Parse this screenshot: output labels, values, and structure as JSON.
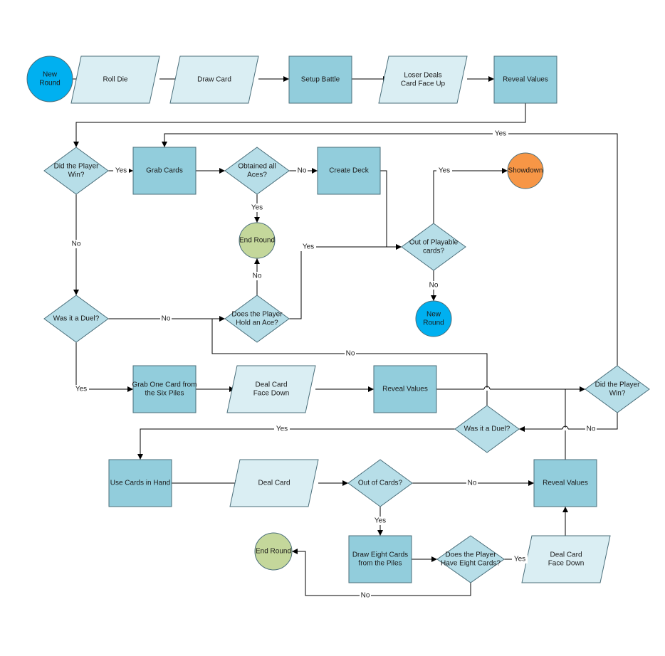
{
  "colors": {
    "process": "#92CDDC",
    "io": "#DAEEF3",
    "decision": "#B7DEE8",
    "start": "#00B0F0",
    "end_round": "#C4D79B",
    "showdown": "#F79646",
    "stroke": "#4A6E7A",
    "line": "#000000"
  },
  "nodes": {
    "new_round_start": [
      "New",
      "Round"
    ],
    "roll_die": [
      "Roll Die"
    ],
    "draw_card": [
      "Draw Card"
    ],
    "setup_battle": [
      "Setup Battle"
    ],
    "loser_deals": [
      "Loser Deals",
      "Card Face Up"
    ],
    "reveal_values_1": [
      "Reveal Values"
    ],
    "did_player_win_1": [
      "Did the Player",
      "Win?"
    ],
    "grab_cards": [
      "Grab Cards"
    ],
    "obtained_all_aces": [
      "Obtained all",
      "Aces?"
    ],
    "create_deck": [
      "Create Deck"
    ],
    "showdown": [
      "Showdown"
    ],
    "end_round_1": [
      "End Round"
    ],
    "out_of_playable": [
      "Out of Playable",
      "cards?"
    ],
    "new_round_2": [
      "New",
      "Round"
    ],
    "was_it_duel_1": [
      "Was it a Duel?"
    ],
    "player_hold_ace": [
      "Does the Player",
      "Hold an Ace?"
    ],
    "grab_one_card": [
      "Grab One Card from",
      "the Six Piles"
    ],
    "deal_face_down_1": [
      "Deal Card",
      "Face Down"
    ],
    "reveal_values_2": [
      "Reveal Values"
    ],
    "did_player_win_2": [
      "Did the Player",
      "Win?"
    ],
    "was_it_duel_2": [
      "Was it a Duel?"
    ],
    "use_cards_in_hand": [
      "Use Cards in Hand"
    ],
    "deal_card": [
      "Deal Card"
    ],
    "out_of_cards": [
      "Out of Cards?"
    ],
    "reveal_values_3": [
      "Reveal Values"
    ],
    "end_round_2": [
      "End Round"
    ],
    "draw_eight_cards": [
      "Draw Eight Cards",
      "from the Piles"
    ],
    "player_have_eight": [
      "Does the Player",
      "Have Eight Cards?"
    ],
    "deal_face_down_2": [
      "Deal Card",
      "Face Down"
    ]
  },
  "edge_labels": {
    "yes": "Yes",
    "no": "No"
  }
}
